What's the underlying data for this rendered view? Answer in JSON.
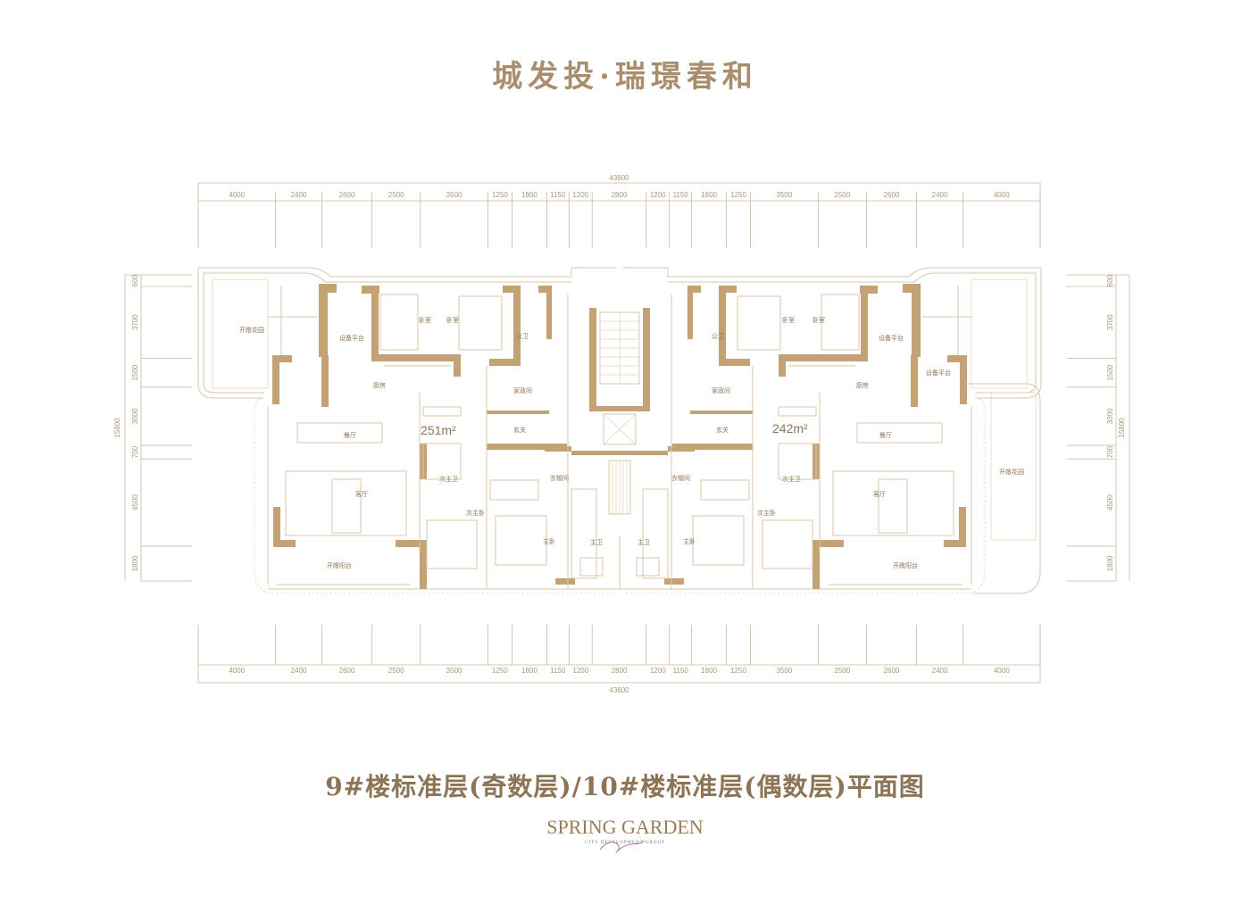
{
  "header": {
    "title": "城发投·瑞璟春和"
  },
  "footer": {
    "plan_title": "9#楼标准层(奇数层)/10#楼标准层(偶数层)平面图",
    "logo_main": "SPRING GARDEN",
    "logo_sub": "CITY DEVELOPMENT GROUP"
  },
  "dimensions": {
    "total_width": "43600",
    "total_depth": "15800",
    "horizontal": [
      4000,
      2400,
      2600,
      2500,
      3500,
      1250,
      1800,
      1150,
      1200,
      2800,
      1200,
      1150,
      1800,
      1250,
      3500,
      2500,
      2600,
      2400,
      4000
    ],
    "vertical": [
      600,
      3700,
      1500,
      3000,
      700,
      4500,
      1800
    ]
  },
  "units": {
    "left": {
      "area": "251m²",
      "rooms": {
        "garden": "开敞花园",
        "equipment": "设备平台",
        "bedroom1": "卧室",
        "bedroom2": "卧室",
        "public_bath": "公卫",
        "kitchen": "厨房",
        "utility": "家政间",
        "entry": "玄关",
        "dining": "餐厅",
        "living": "客厅",
        "second_bath": "次主卫",
        "second_bedroom": "次主卧",
        "closet": "衣帽间",
        "master_bedroom": "主卧",
        "master_bath": "主卫",
        "balcony": "开敞阳台"
      }
    },
    "right": {
      "area": "242m²",
      "rooms": {
        "garden": "开敞花园",
        "equipment": "设备平台",
        "equipment2": "设备平台",
        "bedroom1": "卧室",
        "bedroom2": "卧室",
        "public_bath": "公卫",
        "kitchen": "厨房",
        "utility": "家政间",
        "entry": "玄关",
        "dining": "餐厅",
        "living": "客厅",
        "second_bath": "次主卫",
        "second_bedroom": "次主卧",
        "closet": "衣帽间",
        "master_bedroom": "主卧",
        "master_bath": "主卫",
        "balcony": "开敞阳台"
      }
    }
  }
}
